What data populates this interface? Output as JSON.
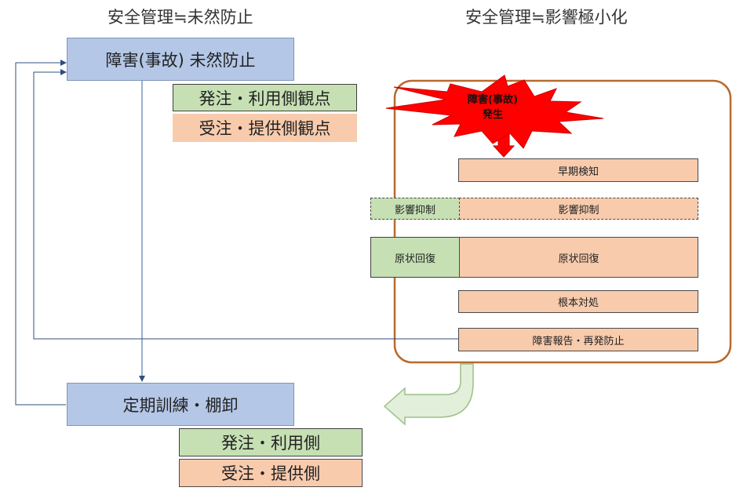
{
  "headings": {
    "left": "安全管理≒未然防止",
    "right": "安全管理≒影響極小化"
  },
  "left": {
    "prevention_box": "障害(事故) 未然防止",
    "prevention_orderer": "発注・利用側観点",
    "prevention_contractor": "受注・提供側観点",
    "training_box": "定期訓練・棚卸",
    "training_orderer": "発注・利用側",
    "training_contractor": "受注・提供側"
  },
  "incident": {
    "burst_line1": "障害(事故)",
    "burst_line2": "発生"
  },
  "steps": {
    "early_detection": "早期検知",
    "impact_control_left": "影響抑制",
    "impact_control_right": "影響抑制",
    "recovery_left": "原状回復",
    "recovery_right": "原状回復",
    "root_cause": "根本対処",
    "report_prevention": "障害報告・再発防止"
  },
  "colors": {
    "blue_fill": "#b4c7e7",
    "green_fill": "#c6e0b4",
    "orange_fill": "#f8cbad",
    "frame_border": "#b86a2e",
    "burst_fill": "#ff0000",
    "connector_line": "#3a5f9a"
  }
}
